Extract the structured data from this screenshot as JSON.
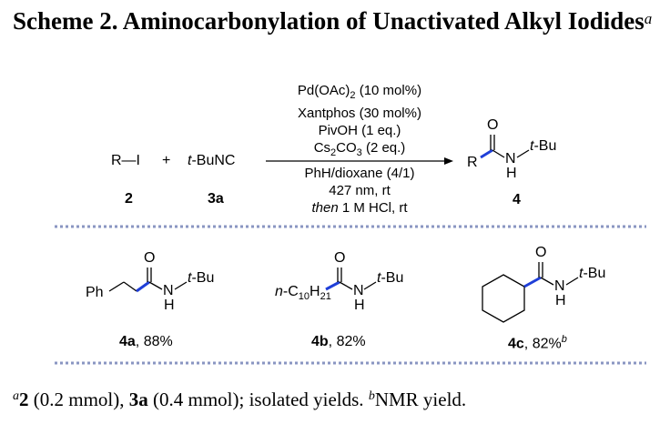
{
  "title": {
    "text": "Scheme 2. Aminocarbonylation of Unactivated Alkyl Iodides",
    "superscript": "a"
  },
  "reaction": {
    "reactant1": {
      "formula": "R—I",
      "label": "2"
    },
    "plus": "+",
    "reactant2": {
      "formula": "t-BuNC",
      "label": "3a"
    },
    "conditions_above": [
      "Pd(OAc)2 (10 mol%)",
      "Xantphos (30 mol%)",
      "PivOH (1 eq.)",
      "Cs2CO3 (2 eq.)"
    ],
    "conditions_below": [
      "PhH/dioxane (4/1)",
      "427 nm, rt",
      "then 1 M HCl, rt"
    ],
    "product": {
      "R": "R",
      "O": "O",
      "N": "N",
      "H": "H",
      "substituent": "t-Bu",
      "label": "4"
    }
  },
  "products": [
    {
      "group": "Ph",
      "label": "4a",
      "yield": ", 88%",
      "note": ""
    },
    {
      "group": "n-C10H21",
      "label": "4b",
      "yield": ", 82%",
      "note": ""
    },
    {
      "group": "cyclohexyl",
      "label": "4c",
      "yield": ", 82%",
      "note": "b"
    }
  ],
  "footnote": {
    "a_mark": "a",
    "text": "2 (0.2 mmol), 3a (0.4 mmol); isolated yields.",
    "b_mark": "b",
    "b_text": "NMR yield."
  },
  "colors": {
    "highlight_bond": "#1f3fd8",
    "separator": "#8a96c2"
  }
}
